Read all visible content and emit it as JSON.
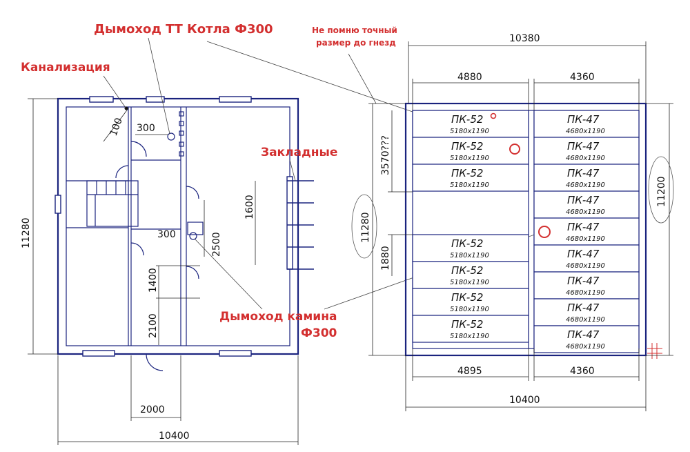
{
  "annotations": {
    "chimney_boiler": "Дымоход ТТ Котла Ф300",
    "sewage": "Канализация",
    "embedded": "Закладные",
    "chimney_fireplace_1": "Дымоход камина",
    "chimney_fireplace_2": "Ф300",
    "note_line1": "Не помню точный",
    "note_line2": "размер до гнезд"
  },
  "floor_plan_dims": {
    "total_width": "10400",
    "total_height": "11280",
    "d_2000": "2000",
    "d_300_top": "300",
    "d_100": "100",
    "d_300_mid": "300",
    "d_2500": "2500",
    "d_1600": "1600",
    "d_1400": "1400",
    "d_2100": "2100"
  },
  "slab_plan_dims": {
    "top_total": "10380",
    "top_left": "4880",
    "top_right": "4360",
    "bottom_left": "4895",
    "bottom_right": "4360",
    "bottom_total": "10400",
    "left_total": "11280",
    "right_total": "11200",
    "left_upper": "3570???",
    "left_lower": "1880"
  },
  "slabs_left": [
    {
      "name": "ПК-52",
      "size": "5180x1190"
    },
    {
      "name": "ПК-52",
      "size": "5180x1190"
    },
    {
      "name": "ПК-52",
      "size": "5180x1190"
    },
    {
      "name": "ПК-52",
      "size": "5180x1190"
    },
    {
      "name": "ПК-52",
      "size": "5180x1190"
    },
    {
      "name": "ПК-52",
      "size": "5180x1190"
    },
    {
      "name": "ПК-52",
      "size": "5180x1190"
    }
  ],
  "slabs_right": [
    {
      "name": "ПК-47",
      "size": "4680x1190"
    },
    {
      "name": "ПК-47",
      "size": "4680x1190"
    },
    {
      "name": "ПК-47",
      "size": "4680x1190"
    },
    {
      "name": "ПК-47",
      "size": "4680x1190"
    },
    {
      "name": "ПК-47",
      "size": "4680x1190"
    },
    {
      "name": "ПК-47",
      "size": "4680x1190"
    },
    {
      "name": "ПК-47",
      "size": "4680x1190"
    },
    {
      "name": "ПК-47",
      "size": "4680x1190"
    },
    {
      "name": "ПК-47",
      "size": "4680x1190"
    }
  ],
  "colors": {
    "wall": "#1a237e",
    "annotation": "#d32f2f",
    "dimension": "#222222"
  }
}
